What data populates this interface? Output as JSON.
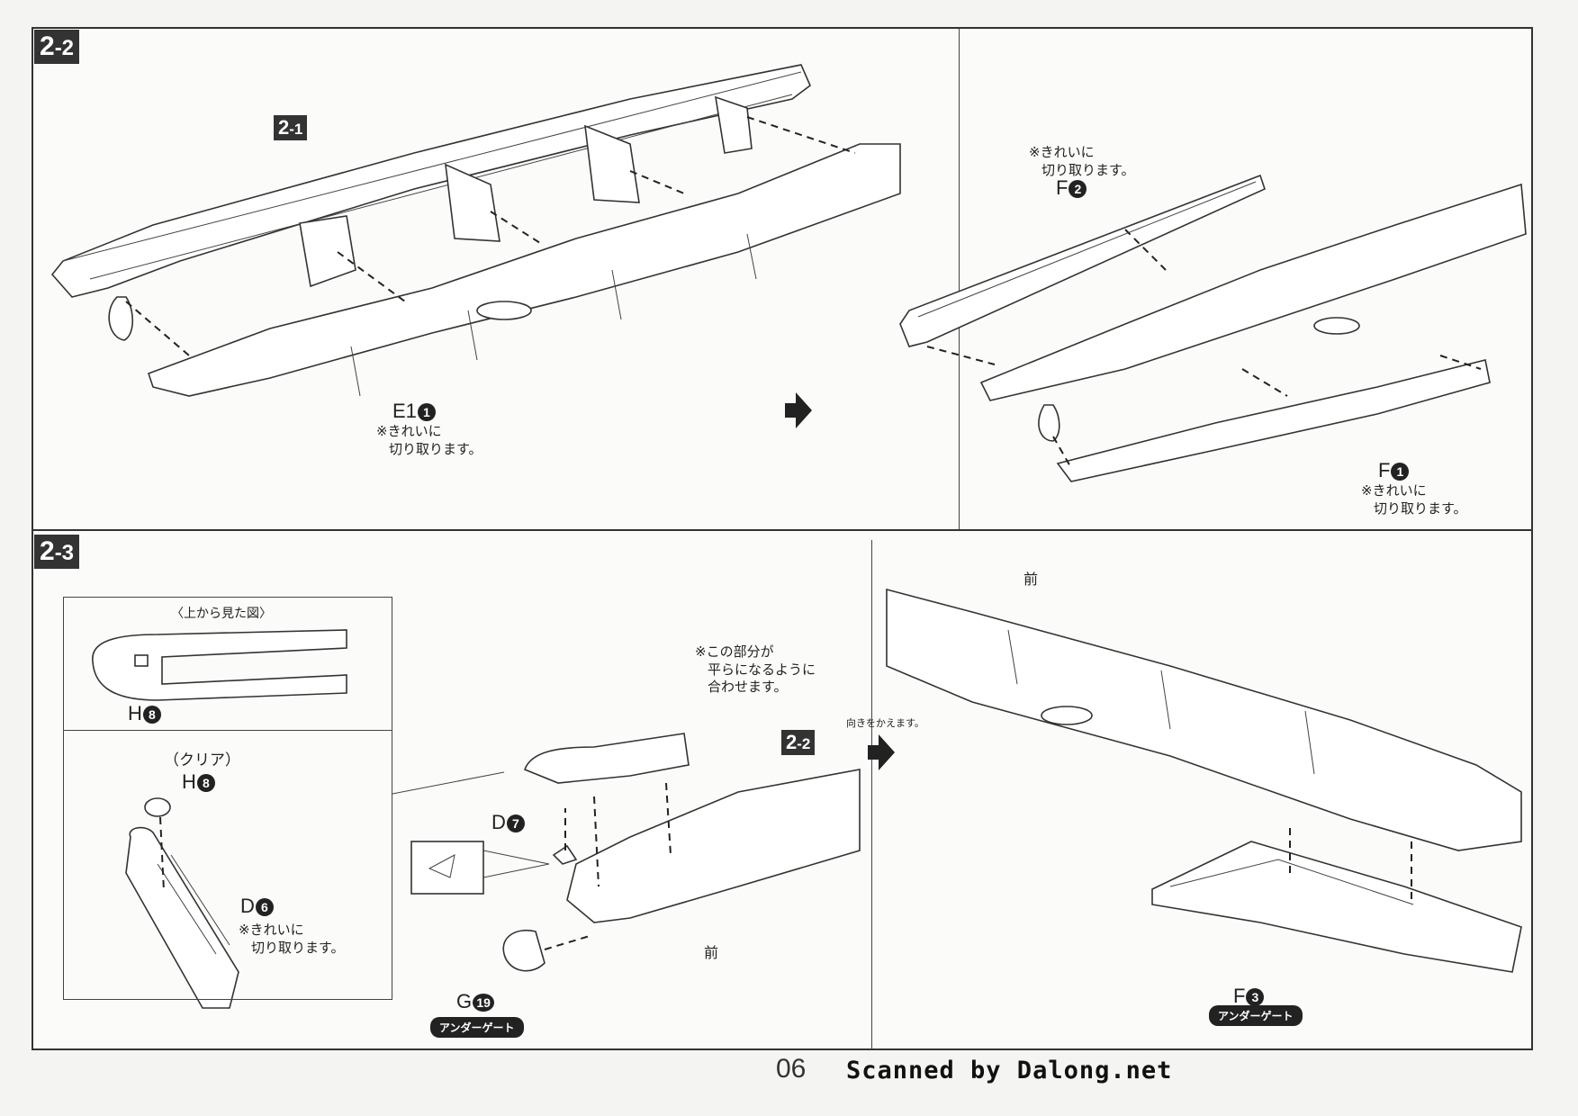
{
  "steps": {
    "s22": {
      "main": "2",
      "sub": "-2"
    },
    "s23": {
      "main": "2",
      "sub": "-3"
    }
  },
  "refs": {
    "r21": {
      "main": "2",
      "sub": "-1"
    },
    "r22": {
      "main": "2",
      "sub": "-2"
    }
  },
  "labels": {
    "e1": {
      "letter": "E1",
      "num": "1"
    },
    "f2": {
      "letter": "F",
      "num": "2"
    },
    "f1": {
      "letter": "F",
      "num": "1"
    },
    "h8_top": {
      "letter": "H",
      "num": "8"
    },
    "h8_clear": {
      "letter": "H",
      "num": "8"
    },
    "d7": {
      "letter": "D",
      "num": "7"
    },
    "d6": {
      "letter": "D",
      "num": "6"
    },
    "g19": {
      "letter": "G",
      "num": "19"
    },
    "f3": {
      "letter": "F",
      "num": "3"
    }
  },
  "notes": {
    "clean_cut_a": "※きれいに",
    "clean_cut_b": "切り取ります。",
    "view_from_above": "〈上から見た図〉",
    "clear": "（クリア）",
    "flat_a": "※この部分が",
    "flat_b": "平らになるように",
    "flat_c": "合わせます。",
    "turn_around": "向きをかえます。",
    "front": "前"
  },
  "gates": {
    "under_gate": "アンダーゲート"
  },
  "footer": {
    "page": "06",
    "credit": "Scanned by Dalong.net"
  }
}
